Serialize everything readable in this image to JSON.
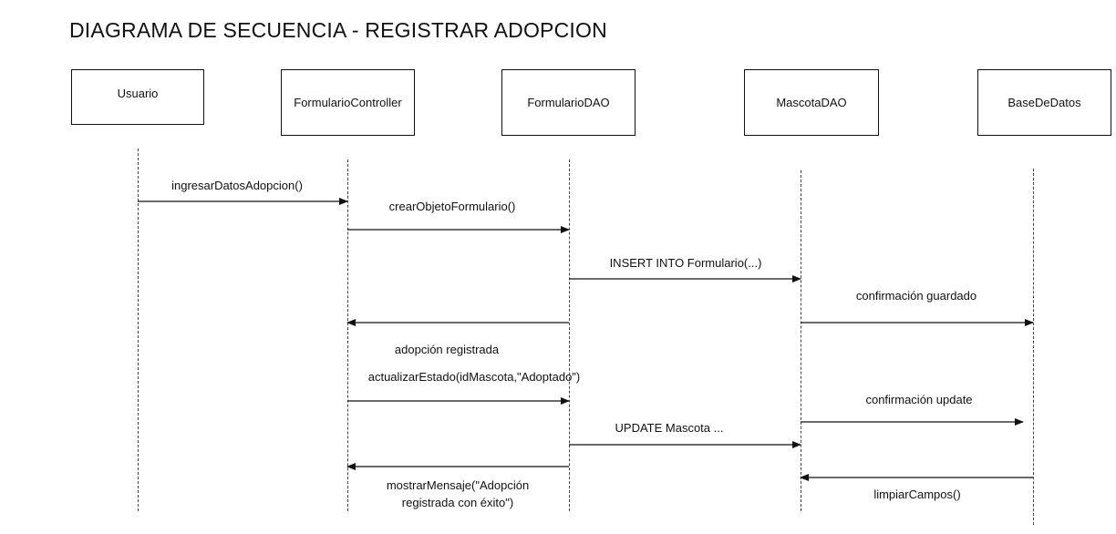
{
  "diagram": {
    "title": "DIAGRAMA DE SECUENCIA - REGISTRAR ADOPCION",
    "participants": [
      {
        "id": "usuario",
        "label": "Usuario"
      },
      {
        "id": "formulario-controller",
        "label": "FormularioController"
      },
      {
        "id": "formulario-dao",
        "label": "FormularioDAO"
      },
      {
        "id": "mascota-dao",
        "label": "MascotaDAO"
      },
      {
        "id": "base-de-datos",
        "label": "BaseDeDatos"
      }
    ],
    "messages": [
      {
        "from": "usuario",
        "to": "formulario-controller",
        "label": "ingresarDatosAdopcion()"
      },
      {
        "from": "formulario-controller",
        "to": "formulario-dao",
        "label": "crearObjetoFormulario()"
      },
      {
        "from": "formulario-dao",
        "to": "mascota-dao",
        "label": "INSERT INTO Formulario(...)"
      },
      {
        "from": "mascota-dao",
        "to": "base-de-datos",
        "label": "confirmación guardado"
      },
      {
        "from": "formulario-dao",
        "to": "formulario-controller",
        "label": "adopción registrada"
      },
      {
        "from": "formulario-controller",
        "to": "formulario-dao",
        "label": "actualizarEstado(idMascota,\"Adoptado\")"
      },
      {
        "from": "mascota-dao",
        "to": "base-de-datos",
        "label": "confirmación update"
      },
      {
        "from": "formulario-dao",
        "to": "mascota-dao",
        "label": "UPDATE Mascota ..."
      },
      {
        "from": "formulario-dao",
        "to": "formulario-controller",
        "label_line1": "mostrarMensaje(\"Adopción",
        "label_line2": "registrada con éxito\")"
      },
      {
        "from": "base-de-datos",
        "to": "mascota-dao",
        "label": "limpiarCampos()"
      }
    ]
  }
}
